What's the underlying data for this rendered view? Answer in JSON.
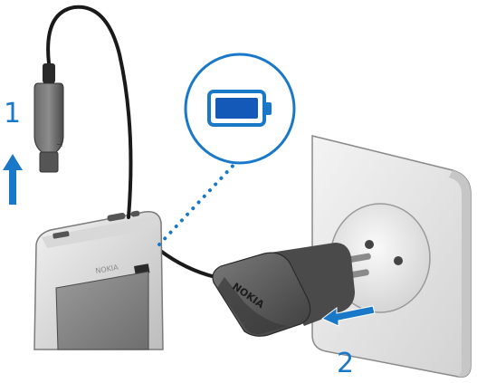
{
  "steps": [
    {
      "number": "1"
    },
    {
      "number": "2"
    }
  ],
  "phone_brand": "NOKIA",
  "charger_brand": "NOKIA",
  "battery_indicator": {
    "icon": "battery-full-icon",
    "level": 1.0
  },
  "colors": {
    "accent_blue": "#1a78c8",
    "battery_fill": "#1458b8",
    "cable": "#1a1a1a",
    "charger_body": "#5a5a5a",
    "wall": "#e4e4e4"
  }
}
